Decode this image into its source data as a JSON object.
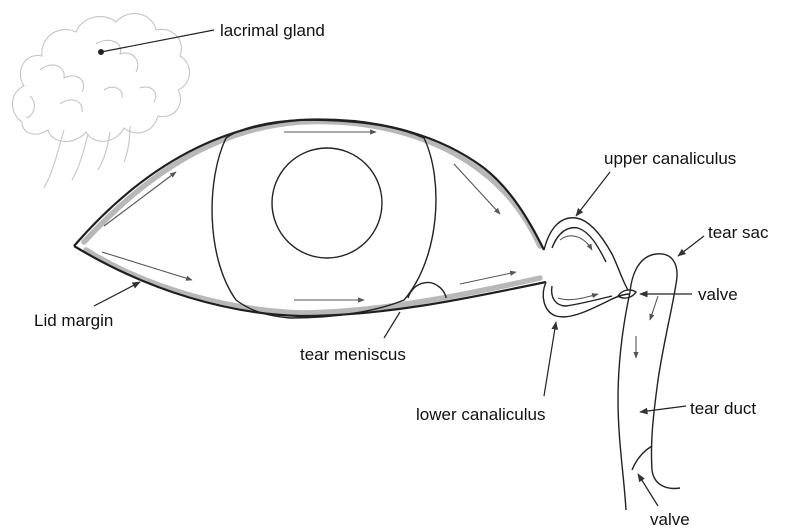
{
  "labels": {
    "lacrimal_gland": "lacrimal gland",
    "upper_canaliculus": "upper canaliculus",
    "tear_sac": "tear sac",
    "valve_upper": "valve",
    "lid_margin": "Lid margin",
    "tear_meniscus": "tear meniscus",
    "lower_canaliculus": "lower canaliculus",
    "tear_duct": "tear duct",
    "valve_lower": "valve"
  },
  "colors": {
    "outline": "#1f1f1f",
    "meniscus": "#b8b8b8",
    "gland": "#c4c4c4",
    "background": "#ffffff"
  }
}
